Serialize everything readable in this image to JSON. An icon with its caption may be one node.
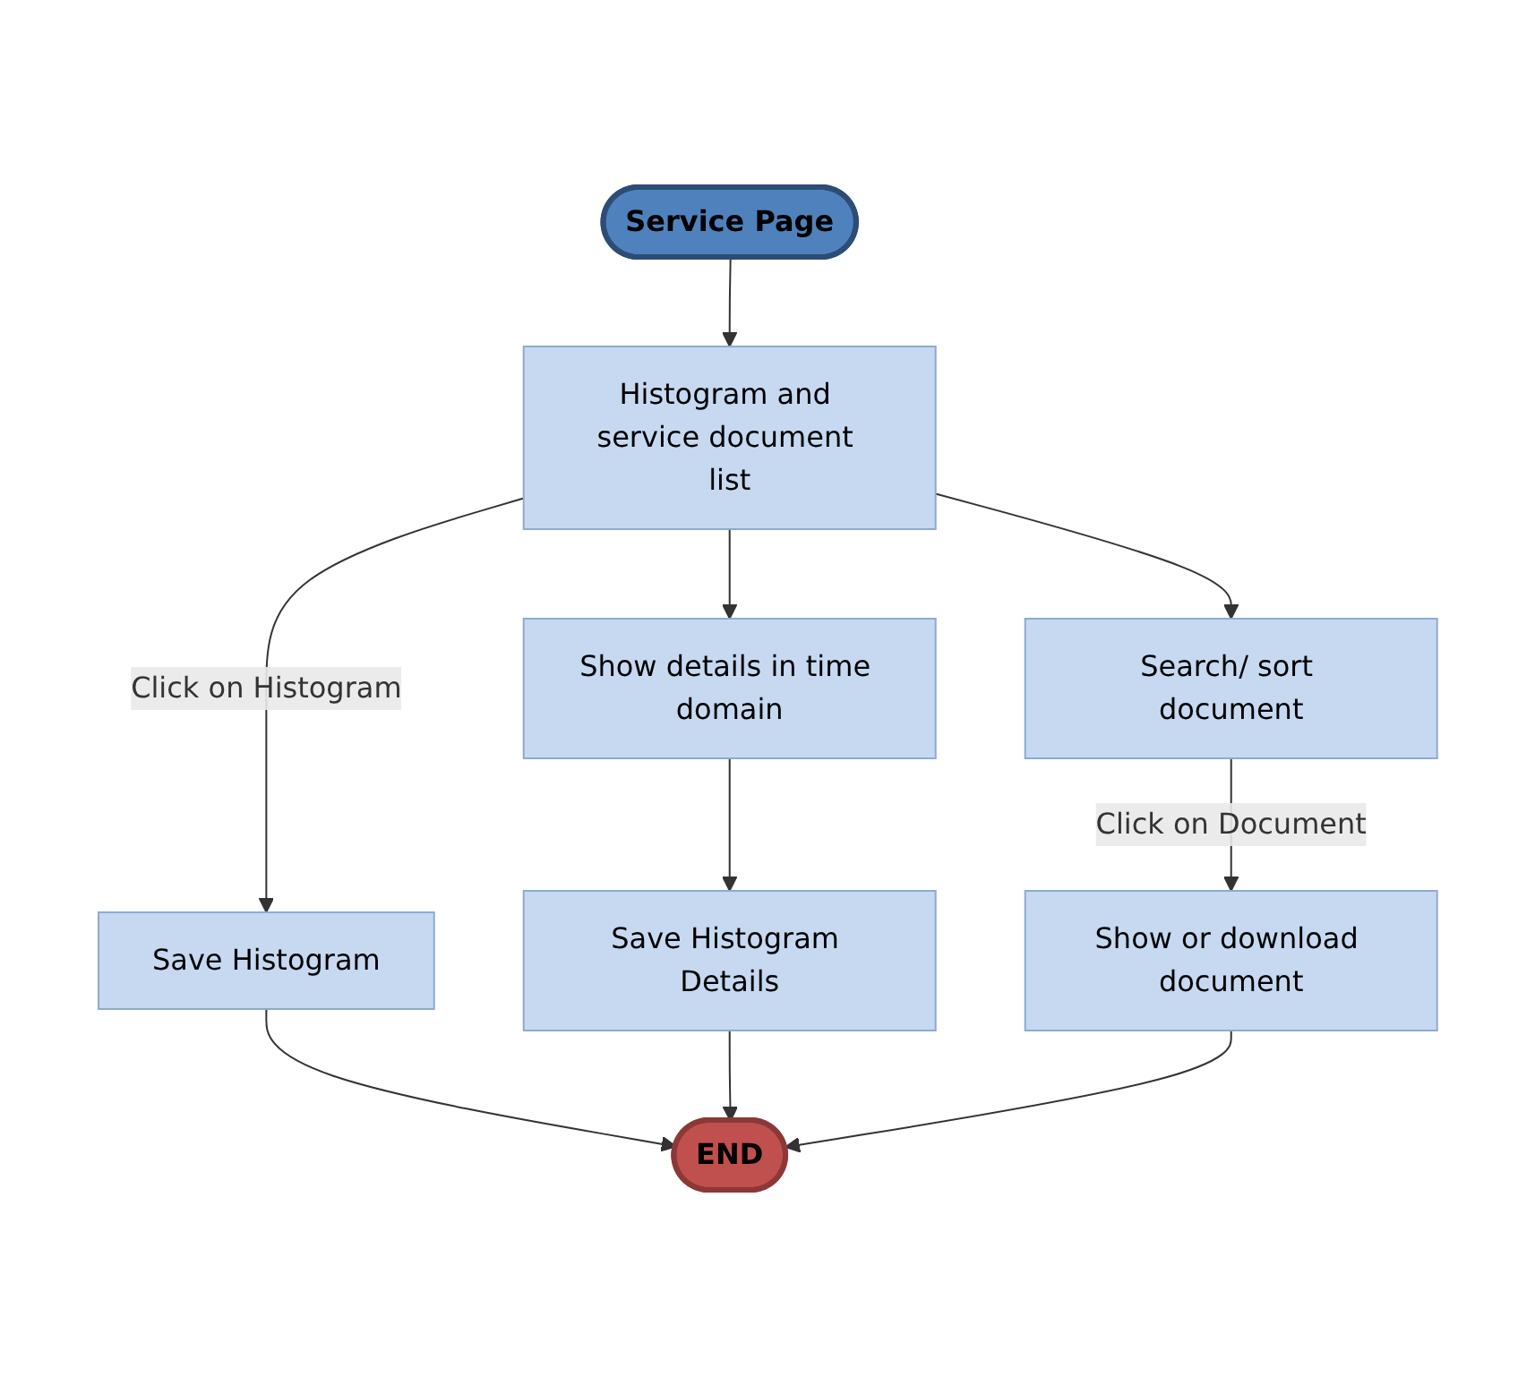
{
  "diagram": {
    "nodes": [
      {
        "text": [
          "Service Page"
        ]
      },
      {
        "text": [
          "Histogram and service document list"
        ]
      },
      {
        "text": [
          "Save Histogram"
        ]
      },
      {
        "text": [
          "Show details in time domain"
        ]
      },
      {
        "text": [
          "Search/ sort document"
        ]
      },
      {
        "text": [
          "Save Histogram Details"
        ]
      },
      {
        "text": [
          "Show or download document"
        ]
      },
      {
        "text": [
          "END"
        ]
      }
    ],
    "edges": [
      {
        "from": 0,
        "to": 1,
        "arrow": "to"
      },
      {
        "from": 1,
        "to": 2,
        "arrow": "to",
        "label": "Click on Histogram"
      },
      {
        "from": 1,
        "to": 3,
        "arrow": "to"
      },
      {
        "from": 1,
        "to": 4,
        "arrow": "to"
      },
      {
        "from": 3,
        "to": 5,
        "arrow": "to"
      },
      {
        "from": 4,
        "to": 6,
        "arrow": "to",
        "label": "Click on Document"
      },
      {
        "from": 2,
        "to": 7,
        "arrow": "to"
      },
      {
        "from": 5,
        "to": 7,
        "arrow": "to"
      },
      {
        "from": 6,
        "to": 7,
        "arrow": "to"
      }
    ]
  }
}
